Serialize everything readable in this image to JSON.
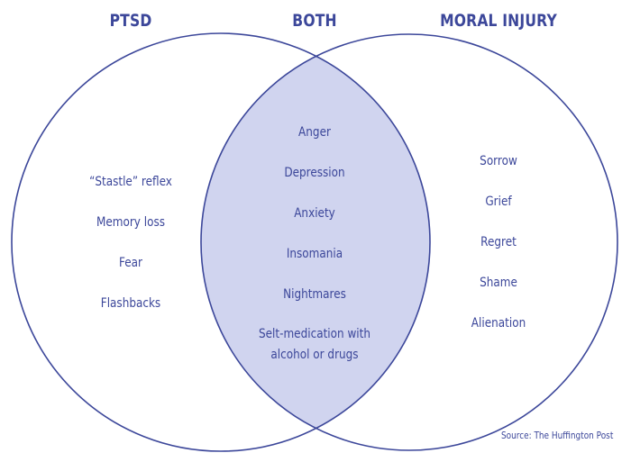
{
  "headings": {
    "left": "PTSD",
    "middle": "BOTH",
    "right": "MORAL INJURY"
  },
  "sets": {
    "ptsd_only": [
      "“Stastle” reflex",
      "Memory loss",
      "Fear",
      "Flashbacks"
    ],
    "both": [
      "Anger",
      "Depression",
      "Anxiety",
      "Insomania",
      "Nightmares",
      "Selt-medication with\nalcohol or drugs"
    ],
    "moral_injury_only": [
      "Sorrow",
      "Grief",
      "Regret",
      "Shame",
      "Alienation"
    ]
  },
  "source": "Source: The Huffington Post",
  "colors": {
    "text": "#3c479a",
    "outline": "#3c479a",
    "overlap_fill": "#d0d4ef",
    "background": "#ffffff"
  }
}
